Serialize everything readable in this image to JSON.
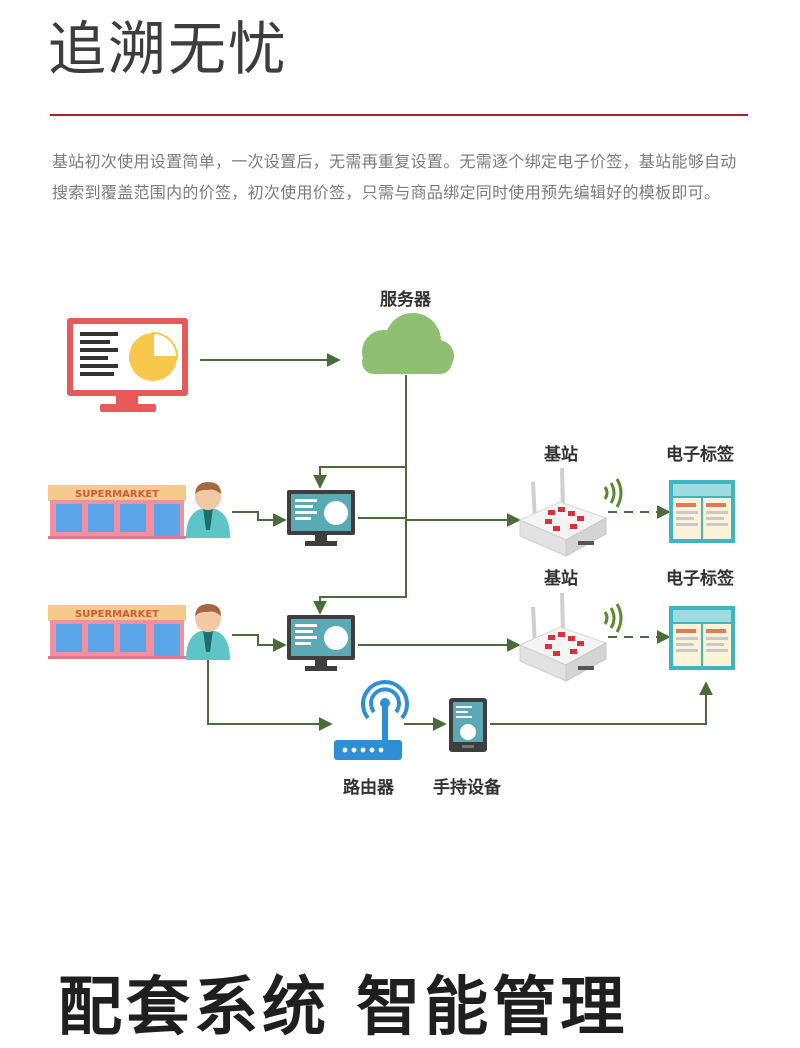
{
  "header": {
    "title": "追溯无忧",
    "description": "基站初次使用设置简单，一次设置后，无需再重复设置。无需逐个绑定电子价签，基站能够自动搜索到覆盖范围内的价签，初次使用价签，只需与商品绑定同时使用预先编辑好的模板即可。"
  },
  "diagram": {
    "server_label": "服务器",
    "base_station_label_1": "基站",
    "esl_label_1": "电子标签",
    "base_station_label_2": "基站",
    "esl_label_2": "电子标签",
    "router_label": "路由器",
    "handheld_label": "手持设备",
    "store_sign_1": "SUPERMARKET",
    "store_sign_2": "SUPERMARKET"
  },
  "footer": {
    "heading": "配套系统 智能管理"
  },
  "colors": {
    "accent_red": "#a8232b",
    "line_green": "#4c6b3a",
    "cloud_green": "#8ebf72",
    "monitor_red": "#e85a5a",
    "screen_teal": "#5aa9b4"
  }
}
